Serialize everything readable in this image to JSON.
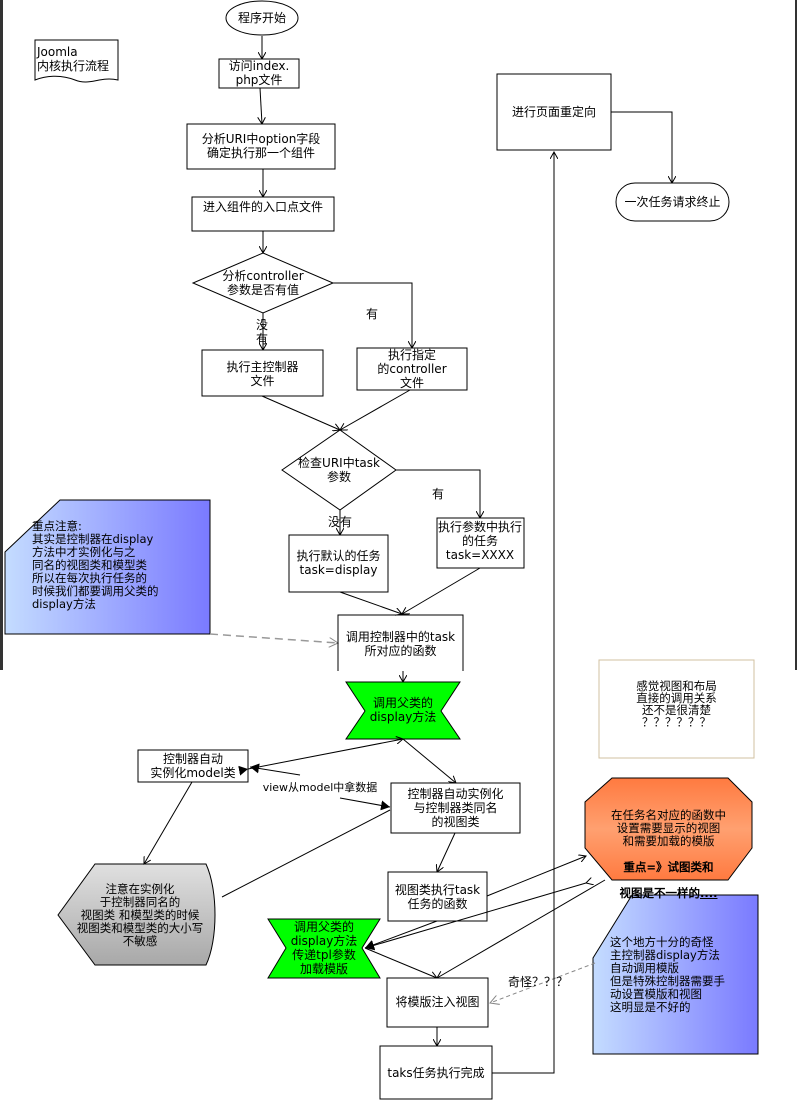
{
  "title": {
    "text": "Joomla\n内核执行流程"
  },
  "nodes": {
    "start": "程序开始",
    "visit_index": "访问index.\nphp文件",
    "parse_option": "分析URI中option字段\n确定执行那一个组件",
    "enter_component": "进入组件的入口点文件",
    "decision_controller": "分析controller\n参数是否有值",
    "label_no_1": "没\n有",
    "label_yes_1": "有",
    "exec_main_controller": "执行主控制器\n文件",
    "exec_specified_controller": "执行指定\n的controller\n文件",
    "decision_task": "检查URI中task\n参数",
    "label_no_2": "没有",
    "label_yes_2": "有",
    "exec_default_task": "执行默认的任务\ntask=display",
    "exec_param_task": "执行参数中执行\n的任务\ntask=XXXX",
    "call_task_function": "调用控制器中的task\n所对应的函数",
    "call_parent_display": "调用父类的\ndisplay方法",
    "auto_model": "控制器自动\n实例化model类",
    "view_from_model": "view从model中拿数据",
    "auto_view": "控制器自动实例化\n与控制器类同名\n的视图类",
    "view_exec_task": "视图类执行task\n任务的函数",
    "call_parent_display_tpl": "调用父类的\ndisplay方法\n传递tpl参数\n加载模版",
    "inject_template": "将模版注入视图",
    "task_done": "taks任务执行完成",
    "redirect": "进行页面重定向",
    "end": "一次任务请求终止",
    "weird_label": "奇怪？？？"
  },
  "notes": {
    "key_note": "重点注意:\n其实是控制器在display\n方法中才实例化与之\n同名的视图类和模型类\n所以在每次执行任务的\n时候我们都要调用父类的\ndisplay方法",
    "case_note": "注意在实例化\n于控制器同名的\n视图类 和模型类的时候\n视图类和模型类的大小写\n不敏感",
    "layout_note": "感觉视图和布局\n直接的调用关系\n还不是很清楚\n？？？？？？",
    "set_view_note_normal": "在任务名对应的函数中\n设置需要显示的视图\n和需要加载的模版",
    "set_view_note_bold_1": "重点=》试图类和",
    "set_view_note_bold_2": "视图是不一样的",
    "set_view_note_tail": "....",
    "weird_note": "这个地方十分的奇怪\n主控制器display方法\n自动调用模版\n但是特殊控制器需要手\n动设置模版和视图\n这明显是不好的"
  },
  "colors": {
    "green_fill": "#00ff00",
    "orange_fill": "#ff8a4a",
    "blue_note_light": "#c4dcff",
    "blue_note_dark": "#7a7aff",
    "gray_note": "#c8c8c8",
    "beige_border": "#d2c0a0",
    "frame_dark": "#333333"
  }
}
